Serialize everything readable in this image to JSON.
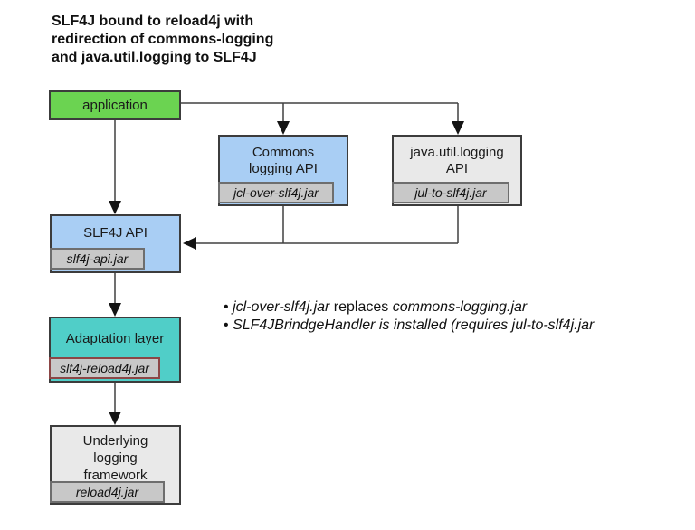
{
  "title": "SLF4J bound to reload4j with\nredirection of commons-logging\nand java.util.logging to SLF4J",
  "nodes": {
    "application": {
      "label": "application"
    },
    "commons_logging_api": {
      "label": "Commons\nlogging API",
      "jar": "jcl-over-slf4j.jar"
    },
    "java_util_logging_api": {
      "label": "java.util.logging\nAPI",
      "jar": "jul-to-slf4j.jar"
    },
    "slf4j_api": {
      "label": "SLF4J API",
      "jar": "slf4j-api.jar"
    },
    "adaptation_layer": {
      "label": "Adaptation layer",
      "jar": "slf4j-reload4j.jar"
    },
    "underlying_framework": {
      "label": "Underlying\nlogging\nframework",
      "jar": "reload4j.jar"
    }
  },
  "notes": {
    "bullet": "•",
    "line1": {
      "em1": "jcl-over-slf4j.jar",
      "mid": " replaces ",
      "em2": "commons-logging.jar"
    },
    "line2": "SLF4JBrindgeHandler is installed (requires jul-to-slf4j.jar"
  },
  "colors": {
    "application_fill": "#6bd351",
    "api_blue_fill": "#a9cef4",
    "neutral_gray_fill": "#e9e9e9",
    "adaptation_teal_fill": "#50cec8",
    "jar_label_fill": "#c8c8c8",
    "jar_label_border": "#6e6e6e",
    "reload4j_jar_border": "#8c4646",
    "box_border": "#3c3c3c",
    "connector": "#404040"
  }
}
